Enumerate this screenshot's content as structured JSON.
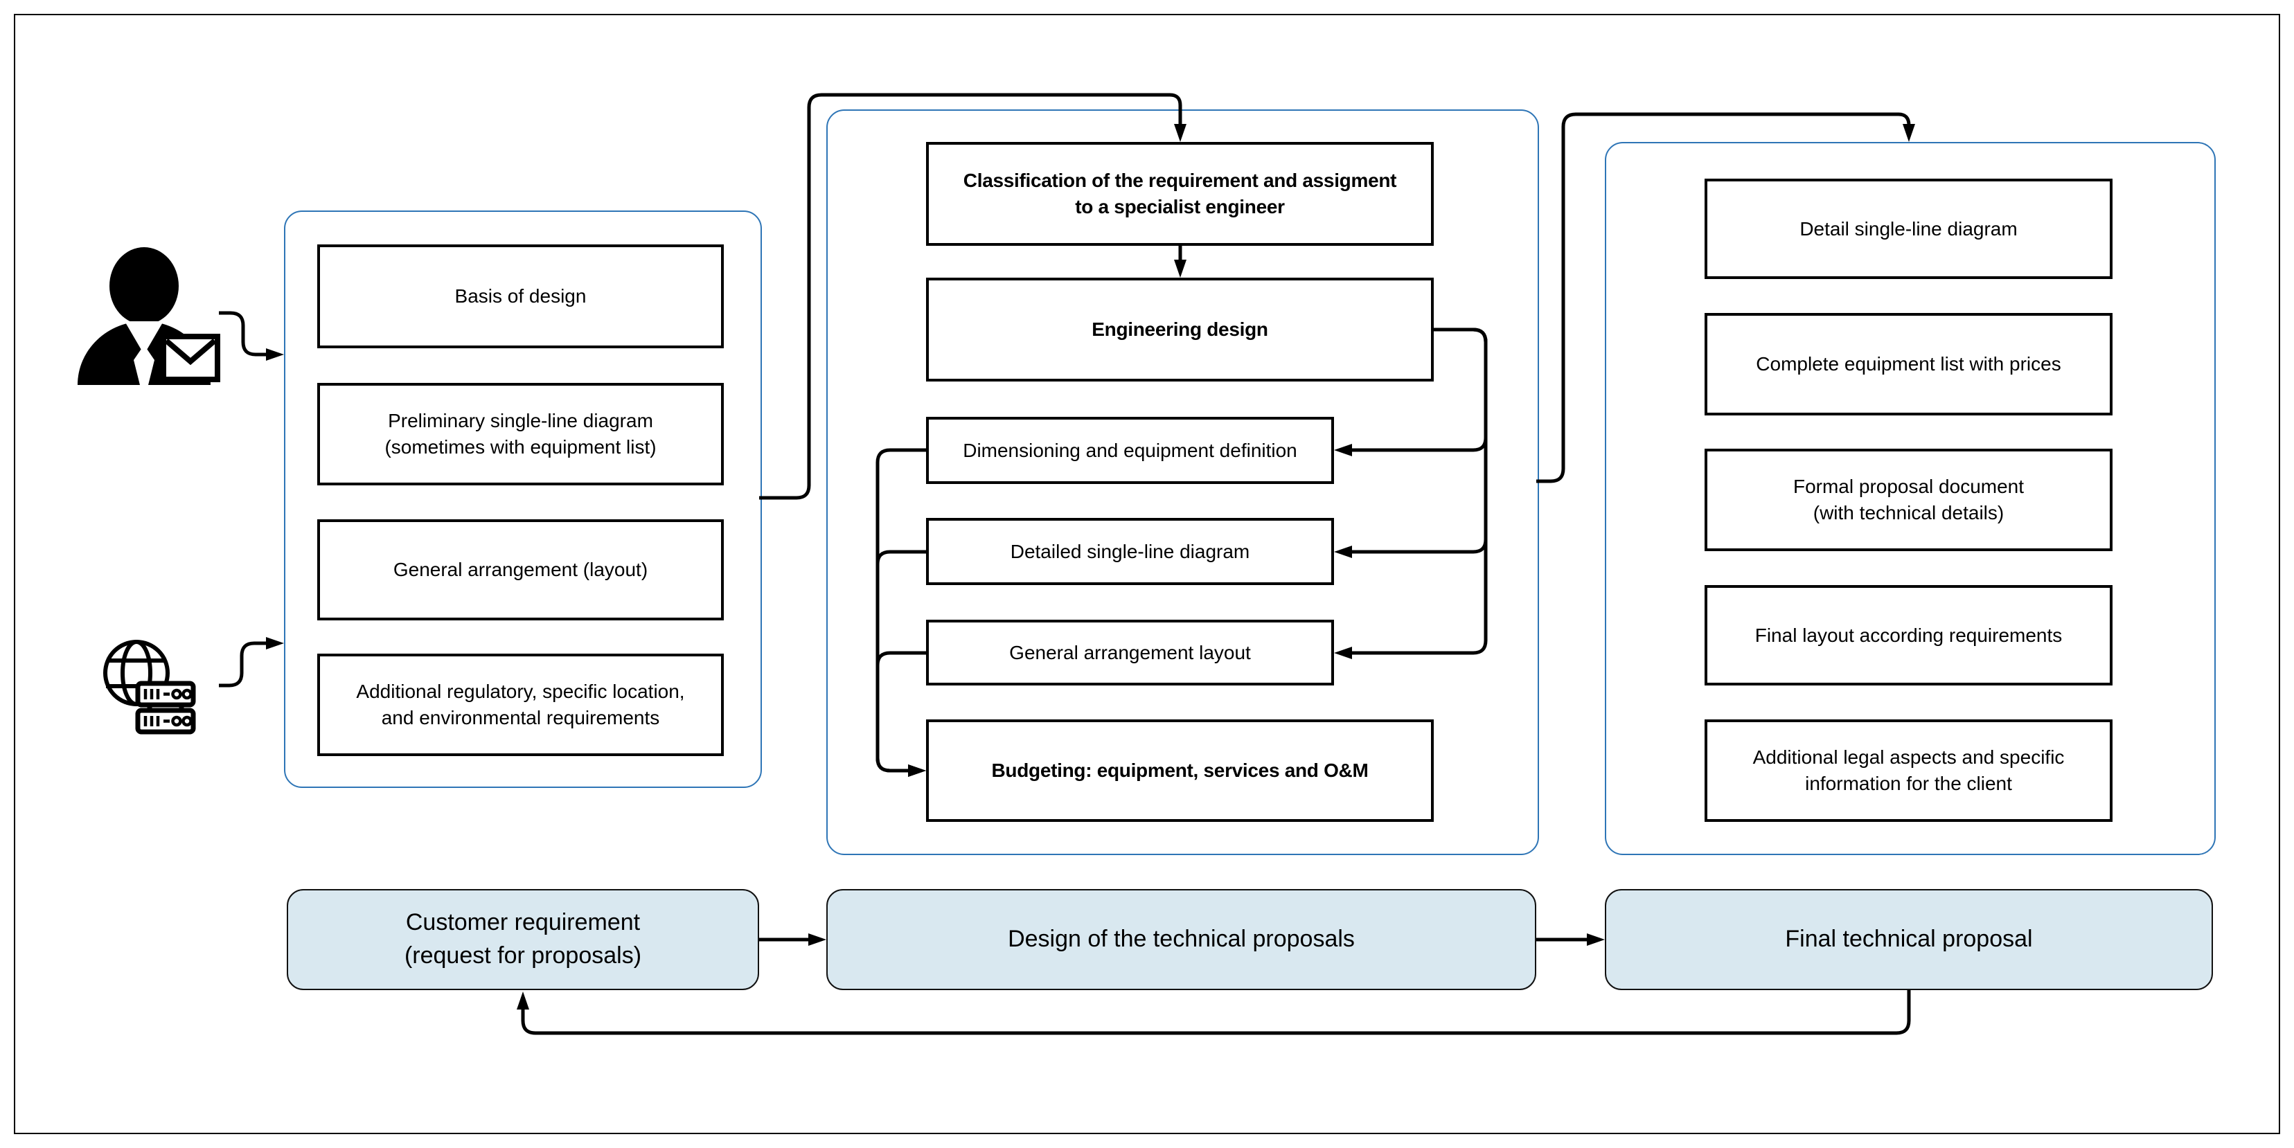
{
  "colors": {
    "accent-blue": "#2E75B6",
    "flow-fill": "#D9E8F0",
    "ink": "#000000"
  },
  "panels": {
    "inputs": {
      "boxes": [
        {
          "label": "Basis of design"
        },
        {
          "label": "Preliminary single-line diagram\n(sometimes with equipment list)"
        },
        {
          "label": "General arrangement (layout)"
        },
        {
          "label": "Additional regulatory, specific location,\nand environmental requirements"
        }
      ]
    },
    "design": {
      "boxes": [
        {
          "label": "Classification of the requirement and assigment\nto a specialist engineer",
          "bold": true
        },
        {
          "label": "Engineering design",
          "bold": true
        },
        {
          "label": "Dimensioning and equipment definition"
        },
        {
          "label": "Detailed single-line diagram"
        },
        {
          "label": "General arrangement layout"
        },
        {
          "label": "Budgeting: equipment, services and O&M",
          "bold": true
        }
      ]
    },
    "proposal": {
      "boxes": [
        {
          "label": "Detail single-line diagram"
        },
        {
          "label": "Complete equipment list with prices"
        },
        {
          "label": "Formal proposal document\n(with technical details)"
        },
        {
          "label": "Final layout according requirements"
        },
        {
          "label": "Additional legal aspects and specific\ninformation for the client"
        }
      ]
    }
  },
  "stages": [
    {
      "label": "Customer requirement\n(request for proposals)"
    },
    {
      "label": "Design of the technical proposals"
    },
    {
      "label": "Final technical proposal"
    }
  ],
  "icons": [
    {
      "name": "customer-person-icon"
    },
    {
      "name": "web-database-icon"
    }
  ]
}
